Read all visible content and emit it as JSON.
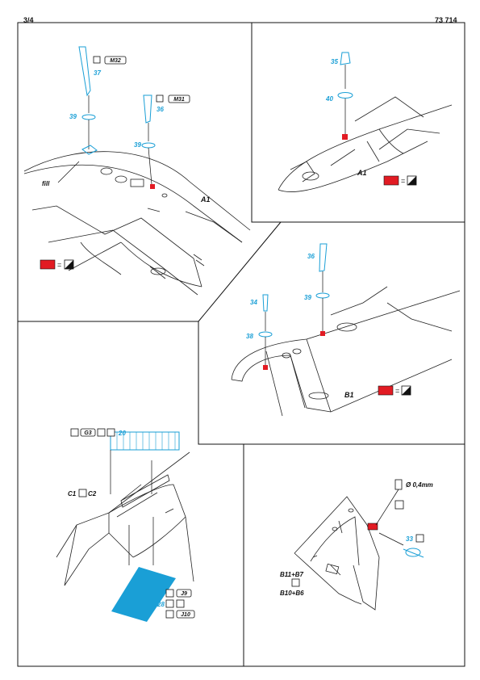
{
  "header": {
    "page": "3/4",
    "code": "73 714"
  },
  "colors": {
    "part_blue": "#1a9fd6",
    "paint_red": "#e21b23",
    "ink": "#111111"
  },
  "panel_a": {
    "parts": [
      "37",
      "39",
      "36",
      "39"
    ],
    "refs": [
      "M32",
      "M31"
    ],
    "fill_label": "fill",
    "location": "A1",
    "legend_eq": "="
  },
  "panel_b": {
    "parts": [
      "35",
      "40"
    ],
    "location": "A1",
    "legend_eq": "="
  },
  "panel_c": {
    "parts": [
      "36",
      "34",
      "39",
      "38"
    ],
    "location": "B1",
    "legend_eq": "="
  },
  "panel_d": {
    "part": "20",
    "refs": [
      "G3"
    ],
    "left_label_a": "C1",
    "left_label_b": "C2",
    "part_bottom": "28",
    "refs_bottom": [
      "J9",
      "J10"
    ]
  },
  "panel_e": {
    "size_label": "Ø 0,4mm",
    "part": "33",
    "label_a": "B11+B7",
    "label_b": "B10+B6"
  }
}
